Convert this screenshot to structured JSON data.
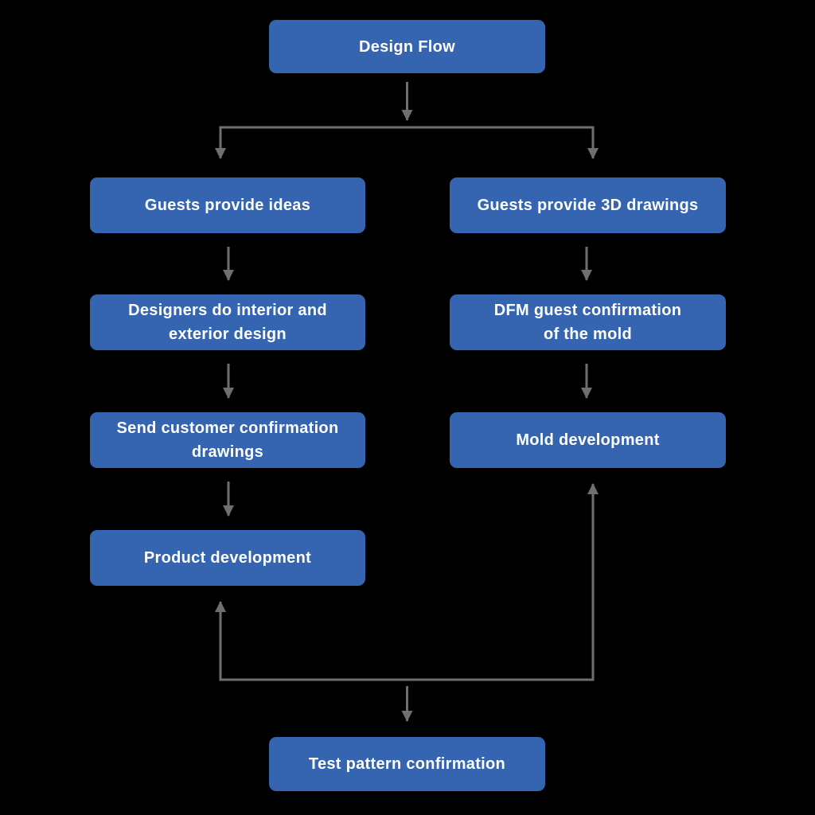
{
  "diagram": {
    "title": "Design Flow",
    "type": "flowchart"
  },
  "colors": {
    "background": "#000000",
    "node_fill": "#3564B0",
    "node_text": "#FFFFFF",
    "connector": "#6F6F6F"
  },
  "nodes": {
    "design_flow": {
      "lines": [
        "Design Flow"
      ]
    },
    "guests_ideas": {
      "lines": [
        "Guests provide ideas"
      ]
    },
    "guests_3d": {
      "lines": [
        "Guests provide 3D drawings"
      ]
    },
    "designers": {
      "lines": [
        "Designers do interior and",
        "exterior design"
      ]
    },
    "dfm": {
      "lines": [
        "DFM guest confirmation",
        "of the mold"
      ]
    },
    "send_drawings": {
      "lines": [
        "Send customer confirmation",
        "drawings"
      ]
    },
    "mold_dev": {
      "lines": [
        "Mold development"
      ]
    },
    "product_dev": {
      "lines": [
        "Product development"
      ]
    },
    "test_pattern": {
      "lines": [
        "Test pattern confirmation"
      ]
    }
  },
  "edges": [
    {
      "from": "design_flow",
      "to": "guests_ideas"
    },
    {
      "from": "design_flow",
      "to": "guests_3d"
    },
    {
      "from": "guests_ideas",
      "to": "designers"
    },
    {
      "from": "designers",
      "to": "send_drawings"
    },
    {
      "from": "send_drawings",
      "to": "product_dev"
    },
    {
      "from": "guests_3d",
      "to": "dfm"
    },
    {
      "from": "dfm",
      "to": "mold_dev"
    },
    {
      "from": "feedback_junction",
      "to": "product_dev"
    },
    {
      "from": "feedback_junction",
      "to": "mold_dev"
    },
    {
      "from": "feedback_junction",
      "to": "test_pattern"
    }
  ]
}
